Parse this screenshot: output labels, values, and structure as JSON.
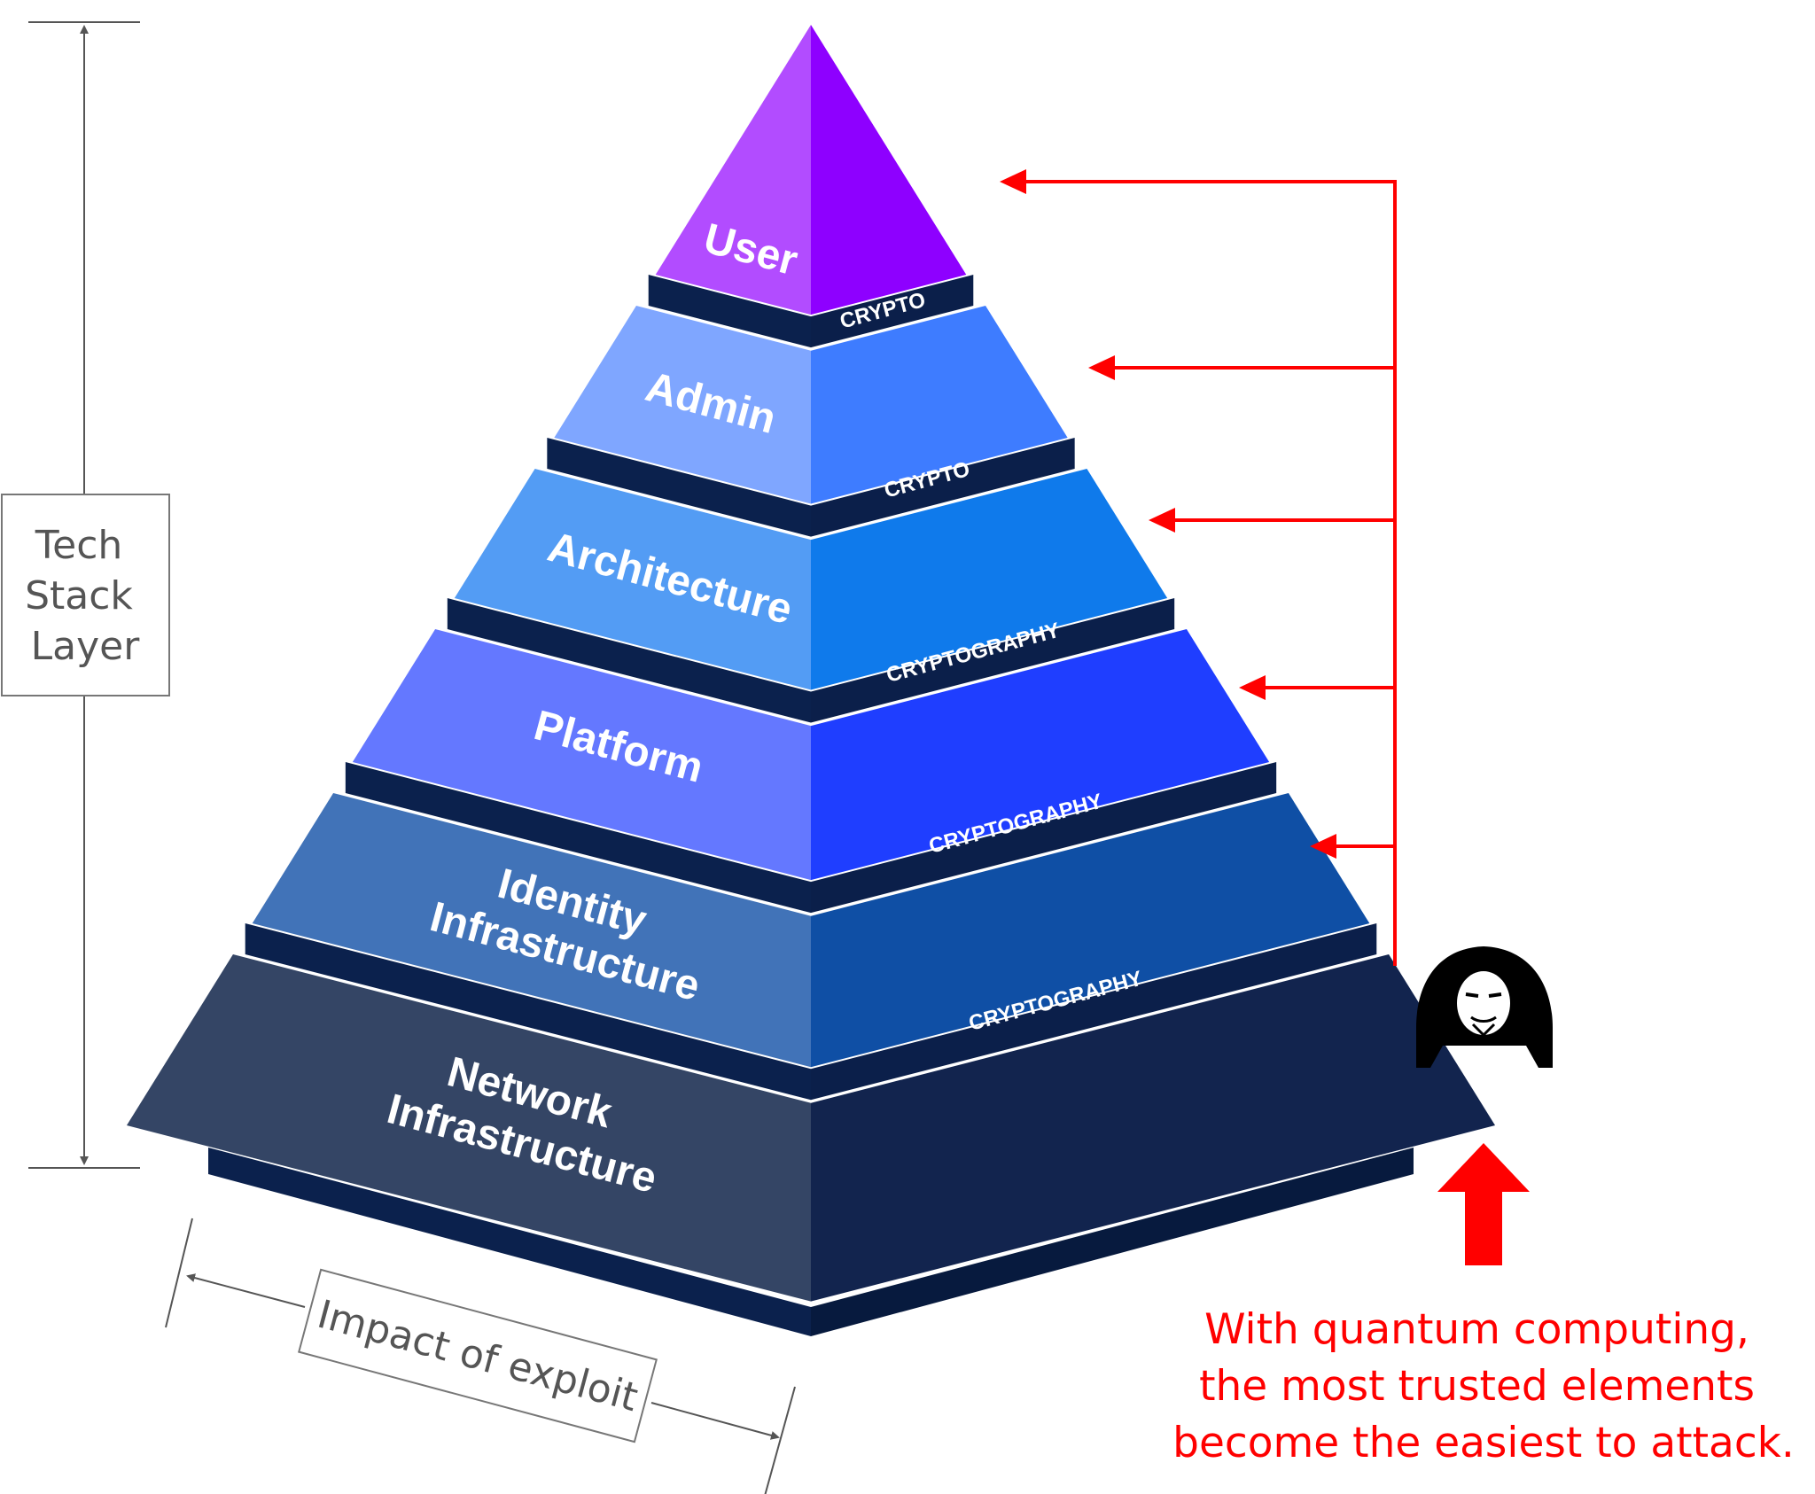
{
  "layers": [
    {
      "id": "user",
      "label": [
        "User"
      ],
      "left_color": "#b24cff",
      "right_color": "#8e00ff"
    },
    {
      "id": "admin",
      "label": [
        "Admin"
      ],
      "left_color": "#7fa6ff",
      "right_color": "#3e7cff"
    },
    {
      "id": "architecture",
      "label": [
        "Architecture"
      ],
      "left_color": "#539cf4",
      "right_color": "#0f7aeb"
    },
    {
      "id": "platform",
      "label": [
        "Platform"
      ],
      "left_color": "#6478ff",
      "right_color": "#1f3eff"
    },
    {
      "id": "identity",
      "label": [
        "Identity",
        "Infrastructure"
      ],
      "left_color": "#4173b8",
      "right_color": "#0f4fa5"
    },
    {
      "id": "network",
      "label": [
        "Network",
        "Infrastructure"
      ],
      "left_color": "#344565",
      "right_color": "#12244e"
    }
  ],
  "bands": [
    "CRYPTO",
    "CRYPTO",
    "CRYPTOGRAPHY",
    "CRYPTOGRAPHY",
    "CRYPTOGRAPHY"
  ],
  "colors": {
    "band_front": "#0b214d",
    "band_top": "#0b1f4a",
    "arrow_red": "#ff0000",
    "axis_gray": "#555555"
  },
  "vertical_axis_label": [
    "Tech",
    "Stack",
    "Layer"
  ],
  "horizontal_axis_label": "Impact of exploit",
  "caption": [
    "With quantum computing,",
    "the most trusted elements",
    "become the easiest to attack."
  ],
  "attacker_icon": "hooded-hacker-icon"
}
